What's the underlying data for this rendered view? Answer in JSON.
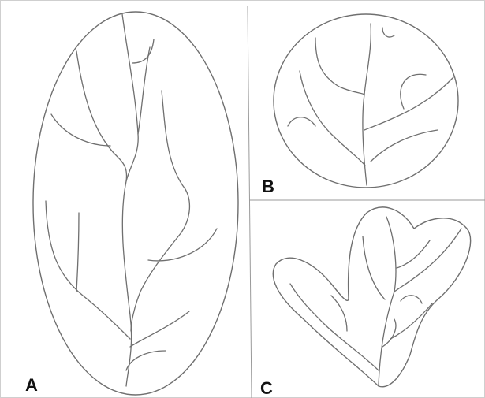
{
  "figure": {
    "panels": [
      {
        "id": "A",
        "label": "A",
        "description_shape": "ellipse-leaf"
      },
      {
        "id": "B",
        "label": "B",
        "description_shape": "circle-leaf"
      },
      {
        "id": "C",
        "label": "C",
        "description_shape": "two-lobed-leaf"
      }
    ],
    "colors": {
      "line": "#6f6f6f",
      "divider": "#9a9a9a",
      "label": "#111111",
      "background": "#ffffff"
    }
  }
}
